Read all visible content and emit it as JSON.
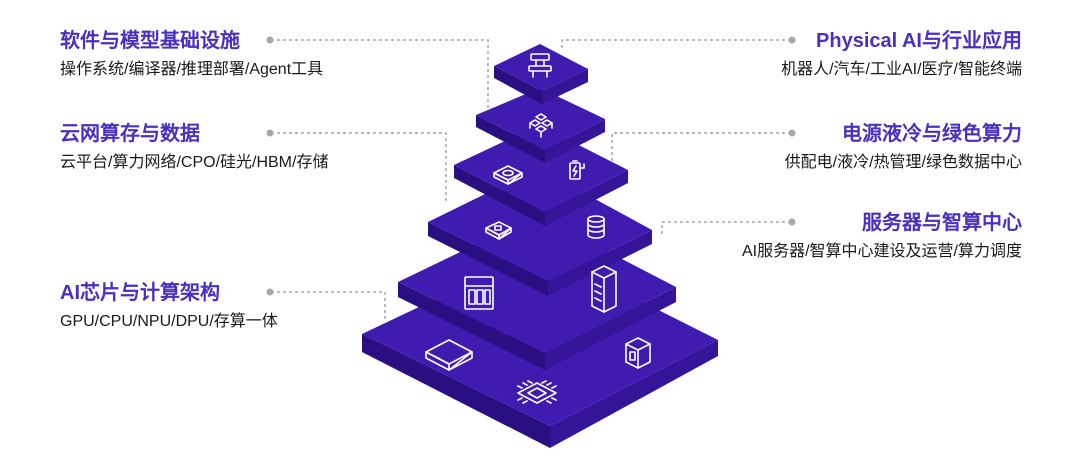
{
  "layers": [
    {
      "id": "software",
      "title": "软件与模型基础设施",
      "subtitle": "操作系统/编译器/推理部署/Agent工具"
    },
    {
      "id": "cloud",
      "title": "云网算存与数据",
      "subtitle": "云平台/算力网络/CPO/硅光/HBM/存储"
    },
    {
      "id": "chips",
      "title": "AI芯片与计算架构",
      "subtitle": "GPU/CPU/NPU/DPU/存算一体"
    },
    {
      "id": "physical",
      "title": "Physical AI与行业应用",
      "subtitle": "机器人/汽车/工业AI/医疗/智能终端"
    },
    {
      "id": "power",
      "title": "电源液冷与绿色算力",
      "subtitle": "供配电/液冷/热管理/绿色数据中心"
    },
    {
      "id": "server",
      "title": "服务器与智算中心",
      "subtitle": "AI服务器/智算中心建设及运营/算力调度"
    }
  ],
  "colors": {
    "accent": "#4b2fbe",
    "slab_top": "#3f1bb0",
    "slab_side_left": "#2a0f83",
    "slab_side_right": "#341497",
    "dots": "#b0b0b0"
  },
  "icons": [
    "robot-arm-icon",
    "cube-cluster-icon",
    "chip-module-icon",
    "battery-charging-icon",
    "drive-icon",
    "database-icon",
    "rack-panel-icon",
    "server-rack-icon",
    "router-box-icon",
    "gpu-card-icon",
    "processor-chip-icon"
  ]
}
